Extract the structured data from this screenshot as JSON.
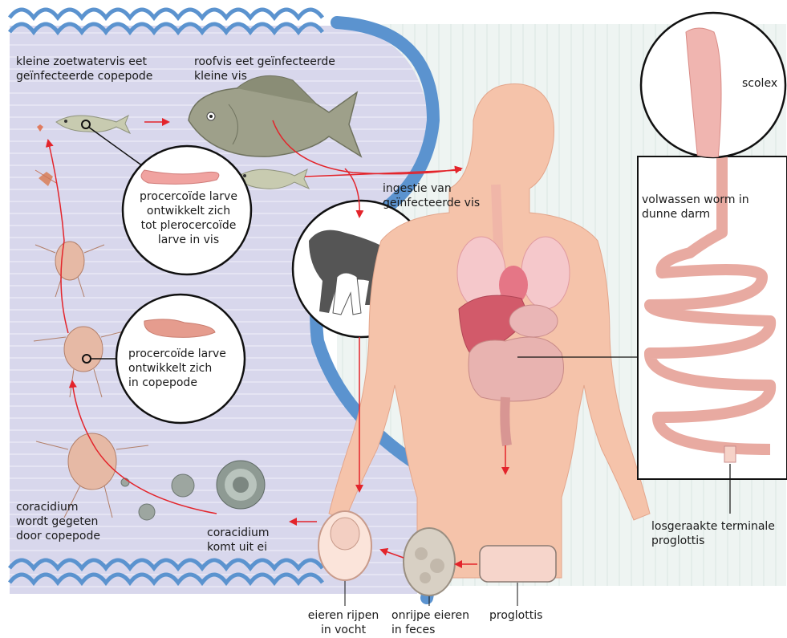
{
  "labels": {
    "small_fish_eats": [
      "kleine zoetwatervis eet",
      "geïnfecteerde copepode"
    ],
    "predator_eats": [
      "roofvis eet geïnfecteerde",
      "kleine vis"
    ],
    "ingestion": [
      "ingestie van",
      "geïnfecteerde vis"
    ],
    "plerocercoid": [
      "procercoïde larve",
      "ontwikkelt zich",
      "tot plerocercoïde",
      "larve in vis"
    ],
    "procercoid": [
      "procercoïde larve",
      "ontwikkelt zich",
      "in copepode"
    ],
    "coracidium_eaten": [
      "coracidium",
      "wordt gegeten",
      "door copepode"
    ],
    "coracidium_hatches": [
      "coracidium",
      "komt uit ei"
    ],
    "eggs_water": [
      "eieren rijpen",
      "in vocht"
    ],
    "eggs_feces": [
      "onrijpe eieren",
      "in feces"
    ],
    "proglottis": "proglottis",
    "scolex": "scolex",
    "adult_worm": [
      "volwassen worm in",
      "dunne darm"
    ],
    "detached": [
      "losgeraakte terminale",
      "proglottis"
    ]
  },
  "colors": {
    "water_bg": "#d7d6ea",
    "river": "#5b93cf",
    "arrow": "#e3242b",
    "skin": "#f5c3aa",
    "worm": "#f6d2c8"
  }
}
